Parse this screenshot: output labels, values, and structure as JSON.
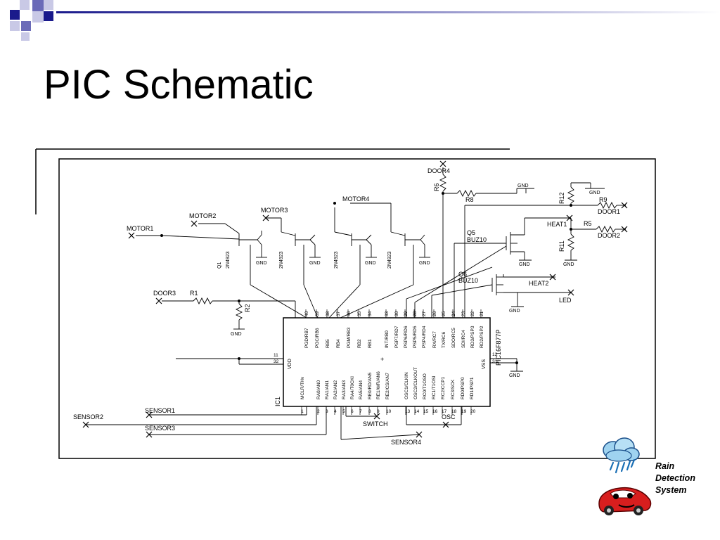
{
  "slide": {
    "title": "PIC Schematic"
  },
  "colors": {
    "accent_dark": "#1a1a8c",
    "accent_mid": "#6b6bb8",
    "accent_light": "#c9c9e6"
  },
  "schematic": {
    "ic_name": "IC1",
    "ic_part": "PIC16F877P",
    "vdd_label": "VDD",
    "vss_label": "VSS",
    "vdd_pins": [
      "11",
      "32"
    ],
    "vss_pins": [
      "12",
      "31"
    ],
    "top_pins": [
      {
        "num": "40",
        "name": "PGD/RB7"
      },
      {
        "num": "39",
        "name": "PGC/RB6"
      },
      {
        "num": "38",
        "name": "RB5"
      },
      {
        "num": "37",
        "name": "RB4"
      },
      {
        "num": "36",
        "name": "PGM/RB3"
      },
      {
        "num": "35",
        "name": "RB2"
      },
      {
        "num": "34",
        "name": "RB1"
      },
      {
        "num": "33",
        "name": "INT/RB0"
      },
      {
        "num": "30",
        "name": "PSP7/RD7"
      },
      {
        "num": "29",
        "name": "PSP6/RD6"
      },
      {
        "num": "28",
        "name": "PSP5/RD5"
      },
      {
        "num": "27",
        "name": "PSP4/RD4"
      },
      {
        "num": "26",
        "name": "RX/RC7"
      },
      {
        "num": "25",
        "name": "TX/RC6"
      },
      {
        "num": "24",
        "name": "SDO/RC5"
      },
      {
        "num": "23",
        "name": "SDI/RC4"
      },
      {
        "num": "22",
        "name": "RD3/PSP3"
      },
      {
        "num": "21",
        "name": "RD2/PSP2"
      }
    ],
    "bottom_pins": [
      {
        "num": "1",
        "name": "MCLR/THv"
      },
      {
        "num": "2",
        "name": "RA0/AN0"
      },
      {
        "num": "3",
        "name": "RA1/AN1"
      },
      {
        "num": "4",
        "name": "RA2/AN2"
      },
      {
        "num": "5",
        "name": "RA3/AN3"
      },
      {
        "num": "6",
        "name": "RA4/T0CKI"
      },
      {
        "num": "7",
        "name": "RA5/AN4"
      },
      {
        "num": "8",
        "name": "RE0/RD/AN5"
      },
      {
        "num": "9",
        "name": "RE1/WR/AN6"
      },
      {
        "num": "10",
        "name": "RE2/CS/AN7"
      },
      {
        "num": "13",
        "name": "OSC1/CLKIN"
      },
      {
        "num": "14",
        "name": "OSC2/CLKOUT"
      },
      {
        "num": "15",
        "name": "RC0/T1OSO"
      },
      {
        "num": "16",
        "name": "RC1/T1OSI"
      },
      {
        "num": "17",
        "name": "RC2/CCP1"
      },
      {
        "num": "18",
        "name": "RC3/SCK"
      },
      {
        "num": "19",
        "name": "RD0/PSP0"
      },
      {
        "num": "20",
        "name": "RD1/PSP1"
      }
    ],
    "nets": {
      "motor1": "MOTOR1",
      "motor2": "MOTOR2",
      "motor3": "MOTOR3",
      "motor4": "MOTOR4",
      "door1": "DOOR1",
      "door2": "DOOR2",
      "door3": "DOOR3",
      "door4": "DOOR4",
      "heat1": "HEAT1",
      "heat2": "HEAT2",
      "led": "LED",
      "sensor1": "SENSOR1",
      "sensor2": "SENSOR2",
      "sensor3": "SENSOR3",
      "sensor4": "SENSOR4",
      "switch": "SWITCH",
      "osc": "OSC",
      "gnd": "GND"
    },
    "transistors": [
      {
        "ref": "Q1",
        "part": "2N4923"
      },
      {
        "ref": "",
        "part": "2N4923"
      },
      {
        "ref": "",
        "part": "2N4923"
      },
      {
        "ref": "",
        "part": "2N4923"
      }
    ],
    "mosfets": [
      {
        "ref": "Q5",
        "part": "BUZ10"
      },
      {
        "ref": "Q6",
        "part": "BUZ10"
      }
    ],
    "resistors": {
      "r1": "R1",
      "r2": "R2",
      "r5": "R5",
      "r6": "R6",
      "r8": "R8",
      "r9": "R9",
      "r11": "R11",
      "r12": "R12"
    }
  },
  "logo": {
    "line1": "Rain",
    "line2": "Detection",
    "line3": "System"
  }
}
